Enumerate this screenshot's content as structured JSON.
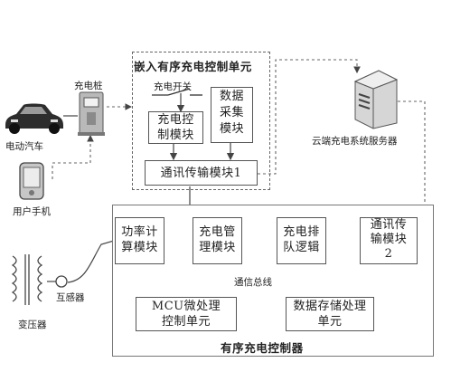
{
  "embedded_unit": {
    "title": "嵌入有序充电控制单元",
    "switch_label": "充电开关",
    "charge_control_module": "充电控\n制模块",
    "data_acquisition_module": "数据\n采集\n模块",
    "comm_module": "通讯传输模块1"
  },
  "devices": {
    "charging_pile": "充电桩",
    "electric_car": "电动汽车",
    "user_phone": "用户手机",
    "transformer": "变压器",
    "transformer_ct": "互感器",
    "cloud_server": "云端充电系统服务器"
  },
  "controller": {
    "title": "有序充电控制器",
    "power_calc_module": "功率计\n算模块",
    "charge_mgmt_module": "充电管\n理模块",
    "queue_logic": "充电排\n队逻辑",
    "comm_module_2": "通讯传\n输模块\n2",
    "bus_label": "通信总线",
    "mcu_unit": "MCU微处理\n控制单元",
    "storage_unit": "数据存储处理\n单元"
  }
}
